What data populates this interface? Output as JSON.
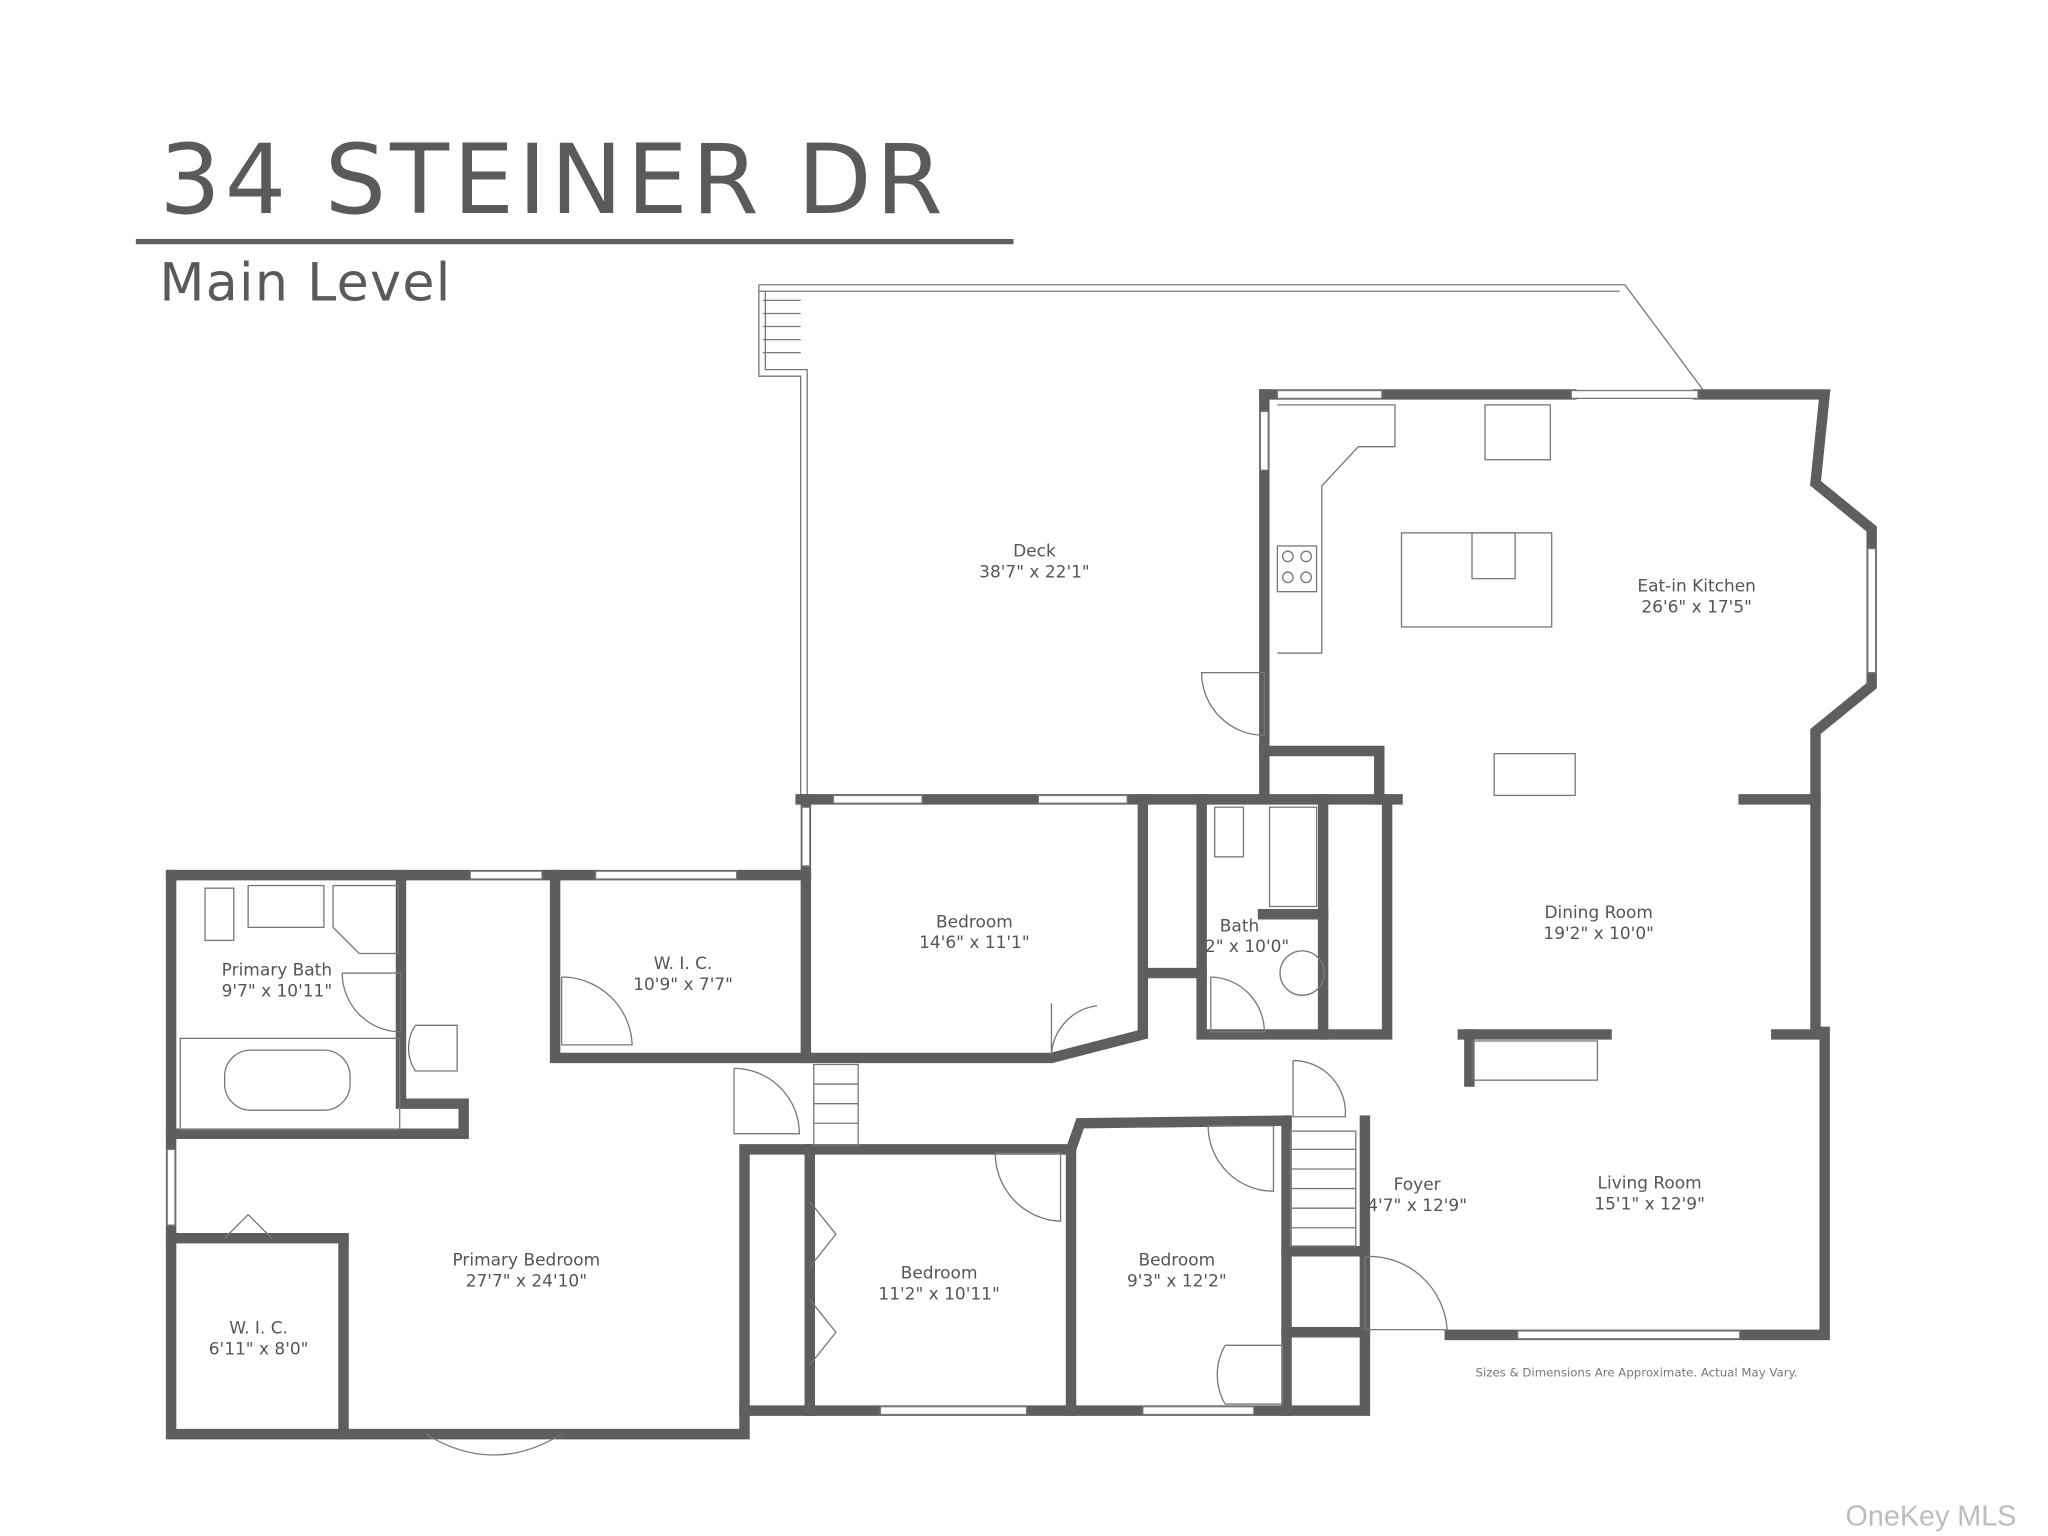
{
  "header": {
    "title": "34 STEINER DR",
    "level": "Main Level"
  },
  "rooms": [
    {
      "name": "Deck",
      "size": "38'7\" x 22'1\""
    },
    {
      "name": "Eat-in Kitchen",
      "size": "26'6\" x 17'5\""
    },
    {
      "name": "Dining Room",
      "size": "19'2\" x 10'0\""
    },
    {
      "name": "Bath",
      "size": "'2\" x 10'0\""
    },
    {
      "name": "Bedroom",
      "size": "14'6\" x 11'1\""
    },
    {
      "name": "W. I. C.",
      "size": "10'9\" x 7'7\""
    },
    {
      "name": "Primary Bath",
      "size": "9'7\" x 10'11\""
    },
    {
      "name": "Primary Bedroom",
      "size": "27'7\" x 24'10\""
    },
    {
      "name": "W. I. C.",
      "size": "6'11\" x 8'0\""
    },
    {
      "name": "Bedroom",
      "size": "11'2\" x 10'11\""
    },
    {
      "name": "Bedroom",
      "size": "9'3\" x 12'2\""
    },
    {
      "name": "Foyer",
      "size": "4'7\" x 12'9\""
    },
    {
      "name": "Living Room",
      "size": "15'1\" x 12'9\""
    }
  ],
  "disclaimer": "Sizes & Dimensions Are Approximate. Actual May Vary.",
  "watermark": "OneKey MLS",
  "colors": {
    "wall": "#5e5e5e",
    "text": "#555555",
    "background": "#ffffff"
  }
}
